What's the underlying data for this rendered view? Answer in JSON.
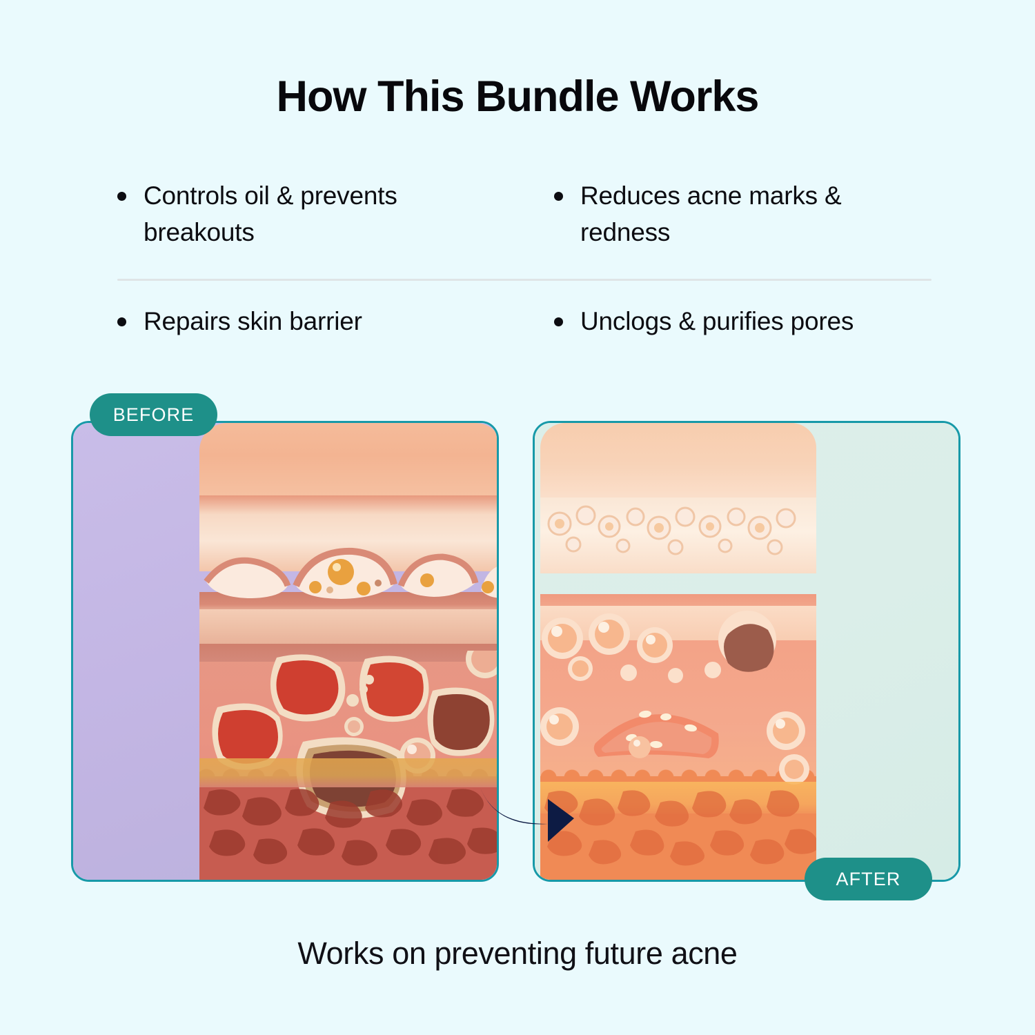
{
  "header": {
    "title": "How This Bundle Works"
  },
  "benefits": {
    "items": [
      {
        "label": "Controls oil & prevents breakouts"
      },
      {
        "label": "Reduces acne marks & redness"
      },
      {
        "label": "Repairs skin barrier"
      },
      {
        "label": "Unclogs & purifies pores"
      }
    ]
  },
  "comparison": {
    "before": {
      "badge": "BEFORE",
      "illustration": "skin-cross-section-acne-inflamed",
      "background_color": "#c3b6e4",
      "border_color": "#1799a8"
    },
    "after": {
      "badge": "AFTER",
      "illustration": "skin-cross-section-clear-healthy",
      "background_color": "#dbeee9",
      "border_color": "#1799a8"
    },
    "arrow": "arrow-right-icon",
    "arrow_color": "#0d1b44"
  },
  "footer": {
    "caption": "Works on preventing future acne"
  },
  "colors": {
    "page_background": "#eafafd",
    "badge_teal": "#1e9089",
    "text": "#0c0c11",
    "divider": "#dfe4e6"
  }
}
